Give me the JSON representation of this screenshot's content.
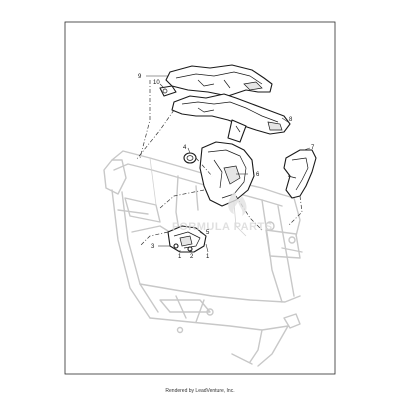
{
  "callouts": {
    "c1a": "1",
    "c1b": "1",
    "c2": "2",
    "c3": "3",
    "c4": "4",
    "c5": "5",
    "c6": "6",
    "c7": "7",
    "c8": "8",
    "c9": "9",
    "c10": "10"
  },
  "watermark": "FORMULA PARTS",
  "footer": "Rendered by LeadVenture, Inc."
}
